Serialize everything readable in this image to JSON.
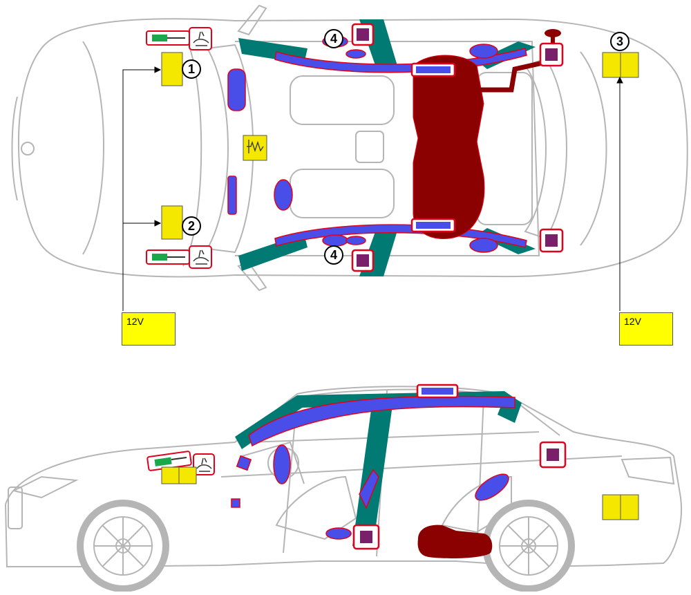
{
  "labels": {
    "voltage_left": "12V",
    "voltage_right": "12V"
  },
  "callouts": {
    "c1": "1",
    "c2": "2",
    "c3": "3",
    "c4_top": "4",
    "c4_bottom": "4"
  },
  "colors": {
    "pillar": "#007a72",
    "airbag": "#4a4ee8",
    "tank": "#8b0000",
    "module": "#7a1f6a",
    "outline": "#e2001a",
    "battery": "#f5e800",
    "actuator": "#1aa84a"
  }
}
